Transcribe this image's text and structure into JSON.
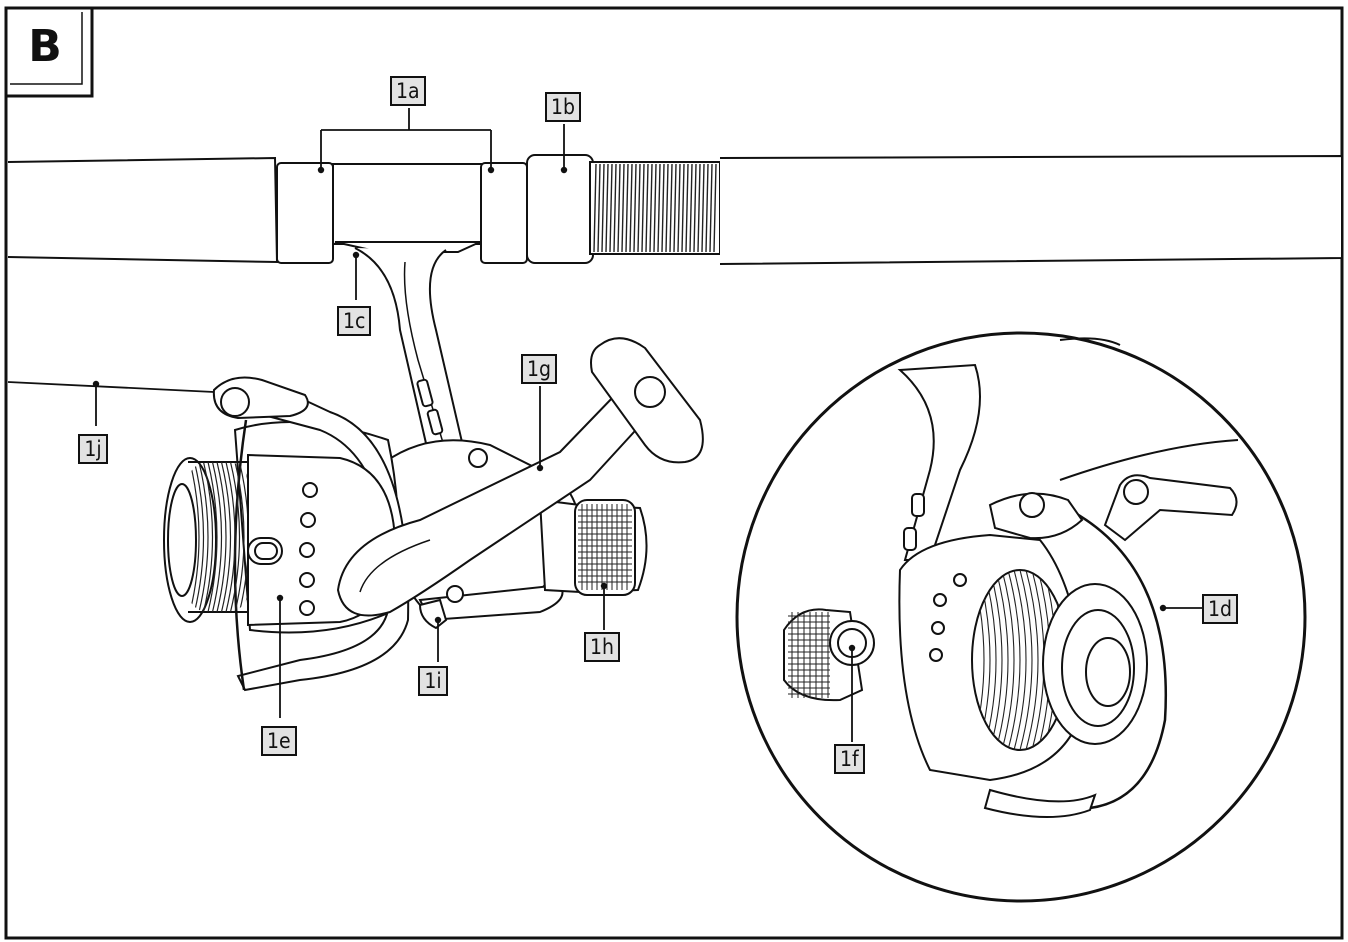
{
  "figure": {
    "letter": "B",
    "callouts": {
      "a": "1a",
      "b": "1b",
      "c": "1c",
      "d": "1d",
      "e": "1e",
      "f": "1f",
      "g": "1g",
      "h": "1h",
      "i": "1i",
      "j": "1j"
    }
  },
  "colors": {
    "ink": "#111111",
    "label_fill": "#e2e2e2",
    "background": "#ffffff"
  }
}
